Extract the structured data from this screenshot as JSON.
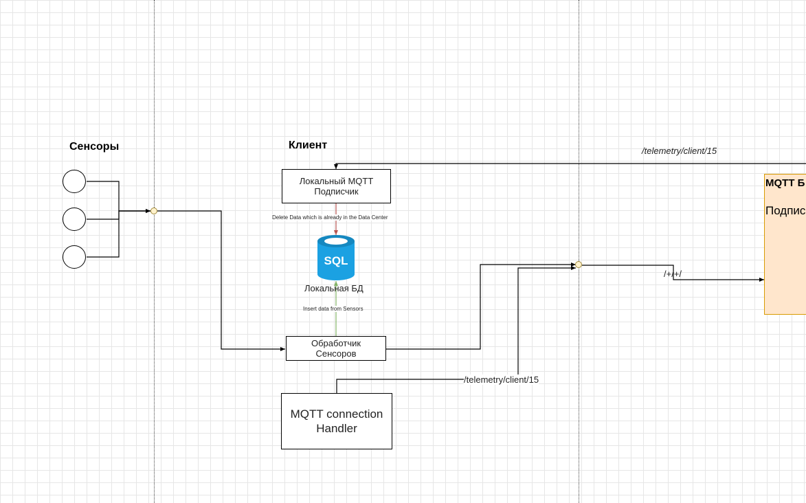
{
  "titles": {
    "sensors": "Сенсоры",
    "client": "Клиент"
  },
  "boxes": {
    "local_subscriber": "Локальный MQTT Подписчик",
    "sensor_handler": "Обработчик Сенсоров",
    "connection_handler": "MQTT connection Handler"
  },
  "database": {
    "icon_text": "SQL",
    "label": "Локальная БД"
  },
  "edges": {
    "delete_data": "Delete Data which is already in the Data Center",
    "insert_data": "Insert data from Sensors",
    "telemetry_top": "/telemetry/client/15",
    "telemetry_bottom": "/telemetry/client/15",
    "wildcard": "/+/+/"
  },
  "broker": {
    "title": "MQTT Б",
    "subtitle": "Подпис"
  },
  "colors": {
    "grid": "#e6e6e6",
    "joint_fill": "#fff2cc",
    "broker_fill": "#ffe6cc",
    "broker_border": "#d79b00",
    "db_blue": "#1ba1e2",
    "delete_edge": "#b85450",
    "insert_edge": "#82b366"
  }
}
